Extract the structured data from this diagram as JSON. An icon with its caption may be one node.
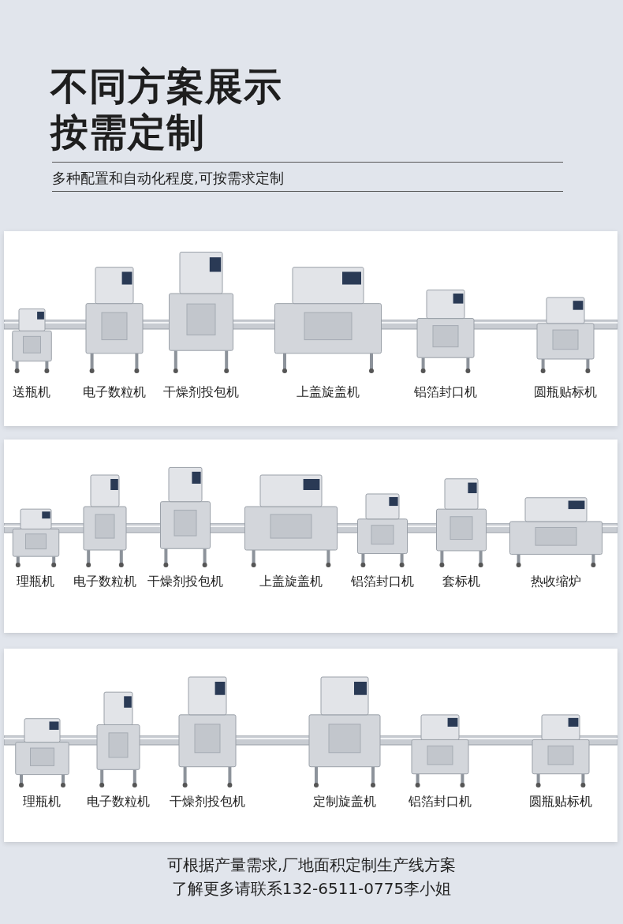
{
  "diagram": {
    "title": "不同方案展示按需定制",
    "nodes": [
      {
        "text": [],
        "shape": "box"
      },
      {
        "text": [
          "送瓶机"
        ],
        "in": 0
      },
      {
        "text": [
          "电子数粒机"
        ],
        "in": 0
      },
      {
        "text": [
          "干燥剂投包机"
        ],
        "in": 0
      },
      {
        "text": [
          "上盖旋盖机"
        ],
        "in": 0
      },
      {
        "text": [
          "铝箔封口机"
        ],
        "in": 0
      },
      {
        "text": [
          "圆瓶贴标机"
        ],
        "in": 0
      },
      {
        "text": [],
        "shape": "box"
      },
      {
        "text": [
          "理瓶机"
        ],
        "in": 7
      },
      {
        "text": [
          "电子数粒机"
        ],
        "in": 7
      },
      {
        "text": [
          "干燥剂投包机"
        ],
        "in": 7
      },
      {
        "text": [
          "上盖旋盖机"
        ],
        "in": 7
      },
      {
        "text": [
          "铝箔封口机"
        ],
        "in": 7
      },
      {
        "text": [
          "套标机"
        ],
        "in": 7
      },
      {
        "text": [
          "热收缩炉"
        ],
        "in": 7
      },
      {
        "text": [],
        "shape": "box"
      },
      {
        "text": [
          "理瓶机"
        ],
        "in": 15
      },
      {
        "text": [
          "电子数粒机"
        ],
        "in": 15
      },
      {
        "text": [
          "干燥剂投包机"
        ],
        "in": 15
      },
      {
        "text": [
          "定制旋盖机"
        ],
        "in": 15
      },
      {
        "text": [
          "铝箔封口机"
        ],
        "in": 15
      },
      {
        "text": [
          "圆瓶贴标机"
        ],
        "in": 15
      }
    ],
    "labels": [
      "多种配置和自动化程度,可按需求定制",
      "可根据产量需求,厂地面积定制生产线方案",
      "了解更多请联系132-6511-0775李小姐"
    ]
  }
}
